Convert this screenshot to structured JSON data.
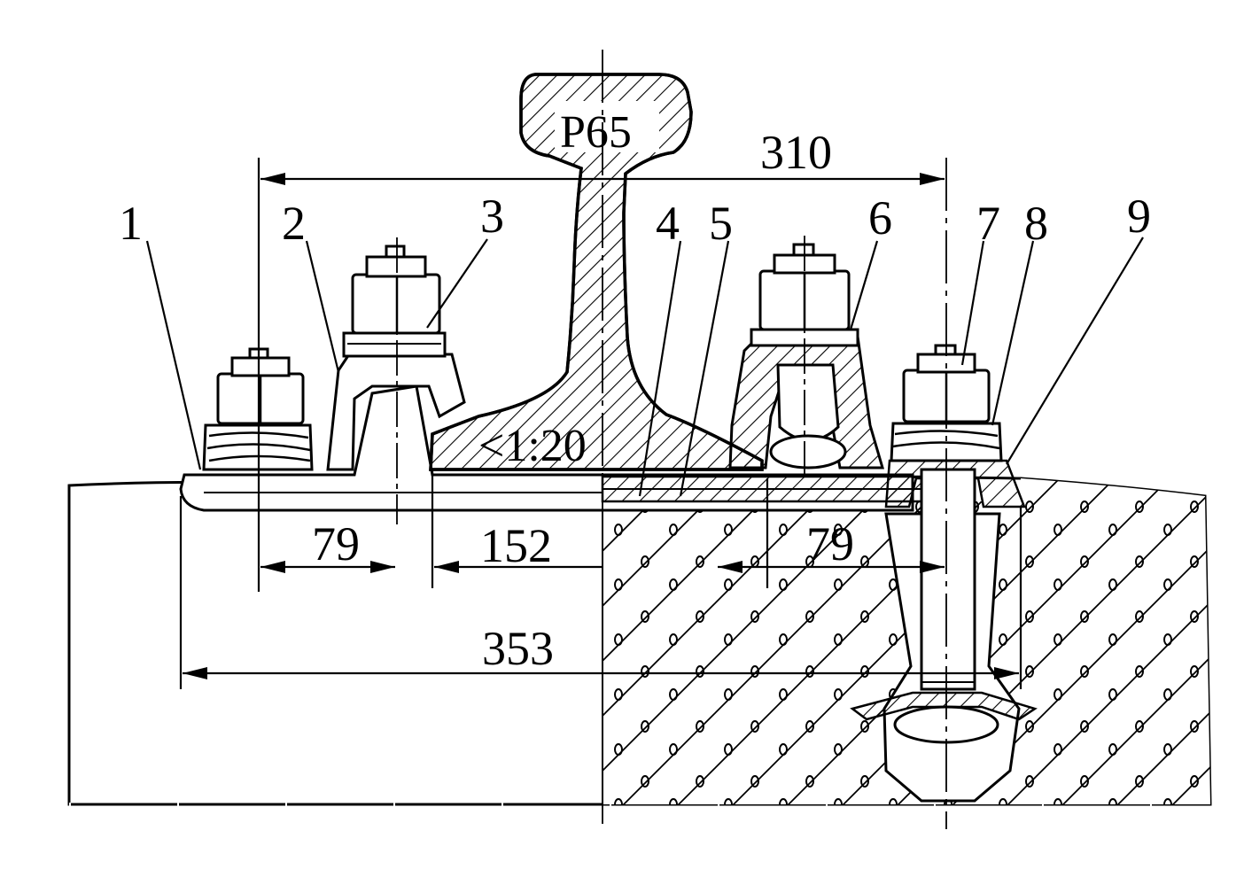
{
  "rail": {
    "type_label": "P65"
  },
  "slope": {
    "label": "<1:20"
  },
  "part_numbers": [
    "1",
    "2",
    "3",
    "4",
    "5",
    "6",
    "7",
    "8",
    "9"
  ],
  "dimensions": {
    "top_span": "310",
    "left_79": "79",
    "middle_152": "152",
    "right_79": "79",
    "bottom_353": "353"
  }
}
